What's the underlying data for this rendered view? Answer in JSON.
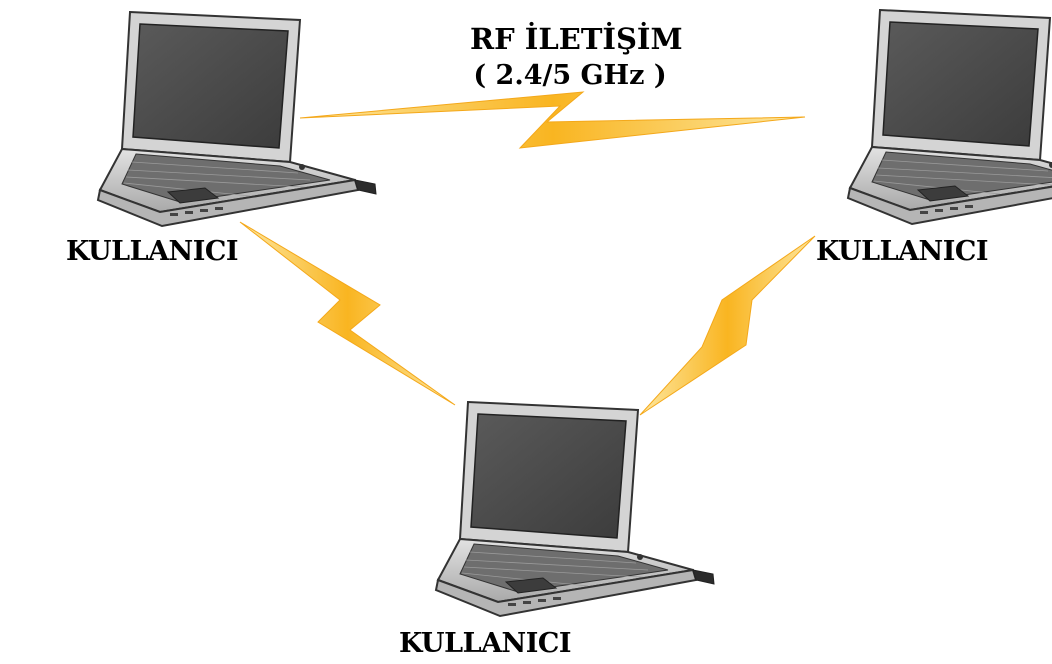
{
  "title": {
    "line1": "RF İLETİŞİM",
    "line2": "( 2.4/5 GHz )"
  },
  "nodes": [
    {
      "id": "left",
      "label": "KULLANICI",
      "icon": "laptop-icon"
    },
    {
      "id": "right",
      "label": "KULLANICI",
      "icon": "laptop-icon"
    },
    {
      "id": "bottom",
      "label": "KULLANICI",
      "icon": "laptop-icon"
    }
  ],
  "links": [
    {
      "from": "left",
      "to": "right",
      "icon": "lightning-bolt-icon"
    },
    {
      "from": "left",
      "to": "bottom",
      "icon": "lightning-bolt-icon"
    },
    {
      "from": "right",
      "to": "bottom",
      "icon": "lightning-bolt-icon"
    }
  ],
  "colors": {
    "bolt_fill": "#F9B521",
    "bolt_light": "#FDD66A",
    "laptop_body": "#C9C9C9",
    "laptop_dark": "#3A3A3A",
    "screen": "#4A4A4A"
  }
}
